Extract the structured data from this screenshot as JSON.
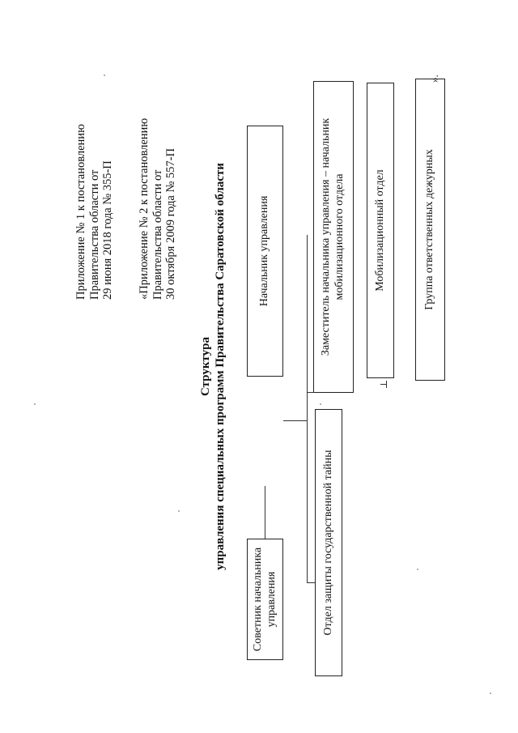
{
  "header": {
    "appendix_1": "Приложение № 1 к постановлению\nПравительства области от\n29 июня 2018 года № 355-П",
    "appendix_2": "«Приложение № 2 к постановлению\nПравительства области от\n30 октября 2009 года № 557-П"
  },
  "title": {
    "line1": "Структура",
    "line2": "управления специальных программ Правительства Саратовской области"
  },
  "boxes": {
    "head": "Начальник управления",
    "advisor": "Советник начальника\nуправления",
    "secrecy": "Отдел защиты государственной тайны",
    "deputy": "Заместитель начальника управления – начальник\nмобилизационного отдела",
    "mobilization": "Мобилизационный отдел",
    "duty": "Группа  ответственных дежурных"
  },
  "closing_mark": "»."
}
